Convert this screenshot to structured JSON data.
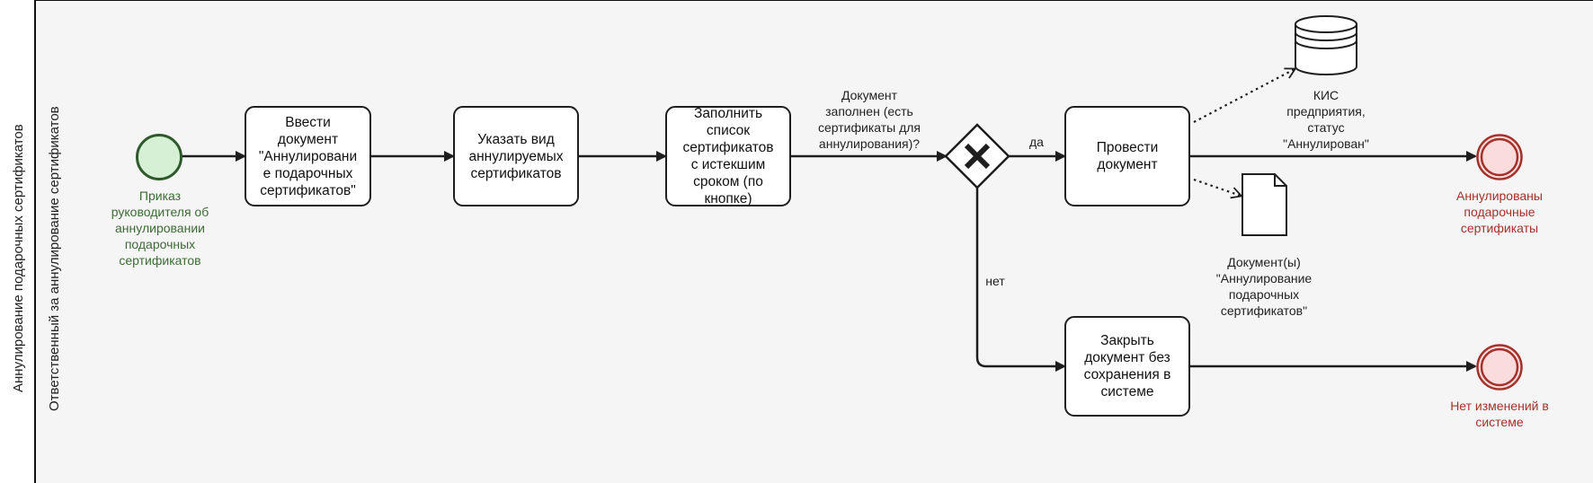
{
  "pool": {
    "title": "Аннулирование подарочных сертификатов",
    "lane": "Ответственный за аннулирование сертификатов"
  },
  "events": {
    "start_label": "Приказ\nруководителя об\nаннулировании\nподарочных\nсертификатов",
    "end_success_label": "Аннулированы\nподарочные\nсертификаты",
    "end_nochange_label": "Нет изменений в\nсистеме"
  },
  "tasks": {
    "enter_doc": "Ввести\nдокумент\n\"Аннулировани\nе подарочных\nсертификатов\"",
    "specify_type": "Указать вид\nаннулируемых\nсертификатов",
    "fill_list": "Заполнить\nсписок\nсертификатов\nс истекшим\nсроком (по\nкнопке)",
    "post_doc": "Провести\nдокумент",
    "close_doc": "Закрыть\nдокумент без\nсохранения в\nсистеме"
  },
  "gateway": {
    "question": "Документ\nзаполнен (есть\nсертификаты для\nаннулирования)?",
    "yes_label": "да",
    "no_label": "нет"
  },
  "artifacts": {
    "datastore_label": "КИС\nпредприятия,\nстатус\n\"Аннулирован\"",
    "document_label": "Документ(ы)\n\"Аннулирование\nподарочных\nсертификатов\""
  },
  "colors": {
    "start_fill": "#d5f0d4",
    "start_stroke": "#2e5a2b",
    "end_fill": "#fadcdc",
    "end_stroke": "#a5312b",
    "line": "#1e1e1e",
    "background": "#f5f5f5"
  }
}
